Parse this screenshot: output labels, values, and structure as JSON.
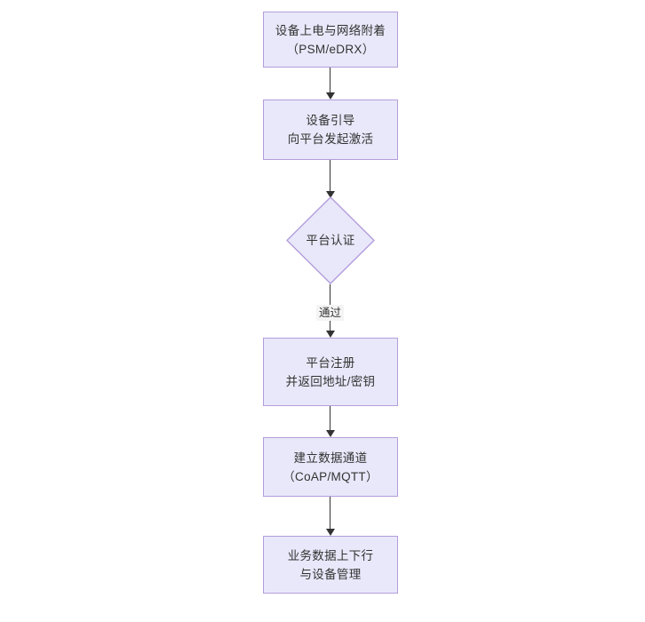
{
  "diagram": {
    "type": "flowchart",
    "orientation": "top-to-bottom",
    "title": "",
    "colors": {
      "node_fill": "#e9e8fa",
      "node_border": "#b39ddb",
      "text": "#333333",
      "connector": "#333333",
      "background": "#ffffff",
      "edge_label_bg": "#f4f4f4"
    },
    "nodes": [
      {
        "id": "n1",
        "shape": "rectangle",
        "line1": "设备上电与网络附着",
        "line2": "（PSM/eDRX）"
      },
      {
        "id": "n2",
        "shape": "rectangle",
        "line1": "设备引导",
        "line2": "向平台发起激活"
      },
      {
        "id": "n3",
        "shape": "diamond",
        "line1": "平台认证",
        "line2": ""
      },
      {
        "id": "n4",
        "shape": "rectangle",
        "line1": "平台注册",
        "line2": "并返回地址/密钥"
      },
      {
        "id": "n5",
        "shape": "rectangle",
        "line1": "建立数据通道",
        "line2": "（CoAP/MQTT）"
      },
      {
        "id": "n6",
        "shape": "rectangle",
        "line1": "业务数据上下行",
        "line2": "与设备管理"
      }
    ],
    "edges": [
      {
        "id": "e1",
        "from": "n1",
        "to": "n2",
        "label": ""
      },
      {
        "id": "e2",
        "from": "n2",
        "to": "n3",
        "label": ""
      },
      {
        "id": "e3",
        "from": "n3",
        "to": "n4",
        "label": "通过"
      },
      {
        "id": "e4",
        "from": "n4",
        "to": "n5",
        "label": ""
      },
      {
        "id": "e5",
        "from": "n5",
        "to": "n6",
        "label": ""
      }
    ]
  }
}
